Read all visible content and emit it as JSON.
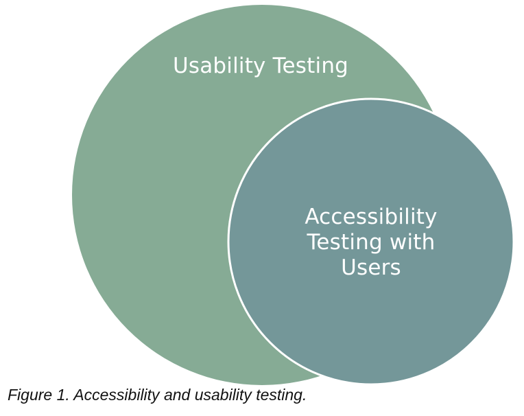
{
  "diagram": {
    "type": "venn-nested",
    "outer_circle": {
      "label": "Usability Testing",
      "color": "#86ab95"
    },
    "inner_circle": {
      "label_lines": [
        "Accessibility",
        "Testing with",
        "Users"
      ],
      "color": "#749799",
      "border_color": "#ffffff"
    }
  },
  "caption": {
    "text": "Figure 1. Accessibility and usability testing."
  }
}
